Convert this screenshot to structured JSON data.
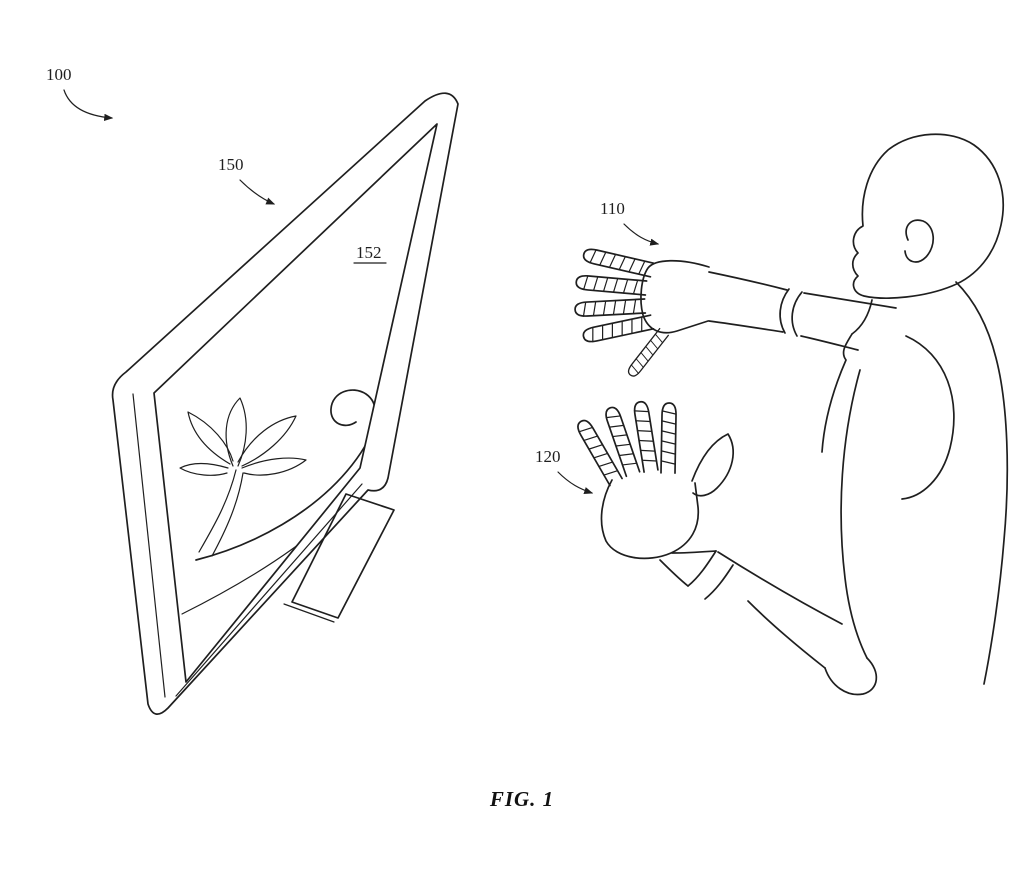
{
  "figure": {
    "caption": "FIG. 1",
    "labels": {
      "system": "100",
      "display": "150",
      "display_screen": "152",
      "upper_glove": "110",
      "lower_glove": "120"
    },
    "colors": {
      "ink": "#1f1f1f",
      "background": "#ffffff"
    }
  }
}
